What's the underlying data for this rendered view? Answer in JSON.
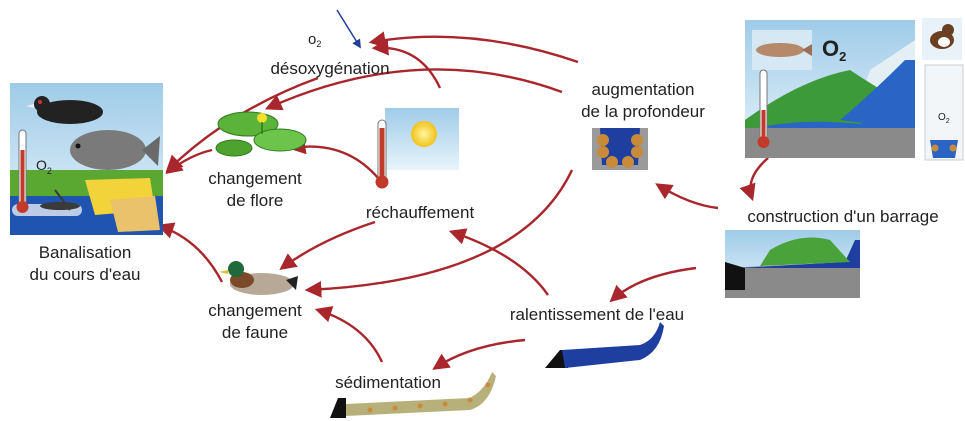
{
  "nodes": {
    "o2_small": "o",
    "o2_sub": "2",
    "desoxygenation": "désoxygénation",
    "augmentation_line1": "augmentation",
    "augmentation_line2": "de la profondeur",
    "banalisation_line1": "Banalisation",
    "banalisation_line2": "du cours d'eau",
    "flore_line1": "changement",
    "flore_line2": "de flore",
    "rechauffement": "réchauffement",
    "construction": "construction d'un barrage",
    "faune_line1": "changement",
    "faune_line2": "de faune",
    "ralentissement": "ralentissement de l'eau",
    "sedimentation": "sédimentation",
    "panel_o2": "O",
    "panel_o2_sub": "2",
    "panel_right_o2": "O",
    "panel_right_o2_sub": "2",
    "panel_left_o2": "O",
    "panel_left_o2_sub": "2"
  },
  "colors": {
    "arrow": "#a8262c",
    "water": "#1f3f9a",
    "sky": "#cfe6f5",
    "grass": "#5aa832",
    "sediment": "#c98a3a",
    "ground": "#8a8a8a"
  },
  "icons": [
    "thermometer-icon",
    "sun-icon",
    "water-lily-icon",
    "duck-icon",
    "trout-icon",
    "coot-icon",
    "carp-icon",
    "dam-icon"
  ]
}
